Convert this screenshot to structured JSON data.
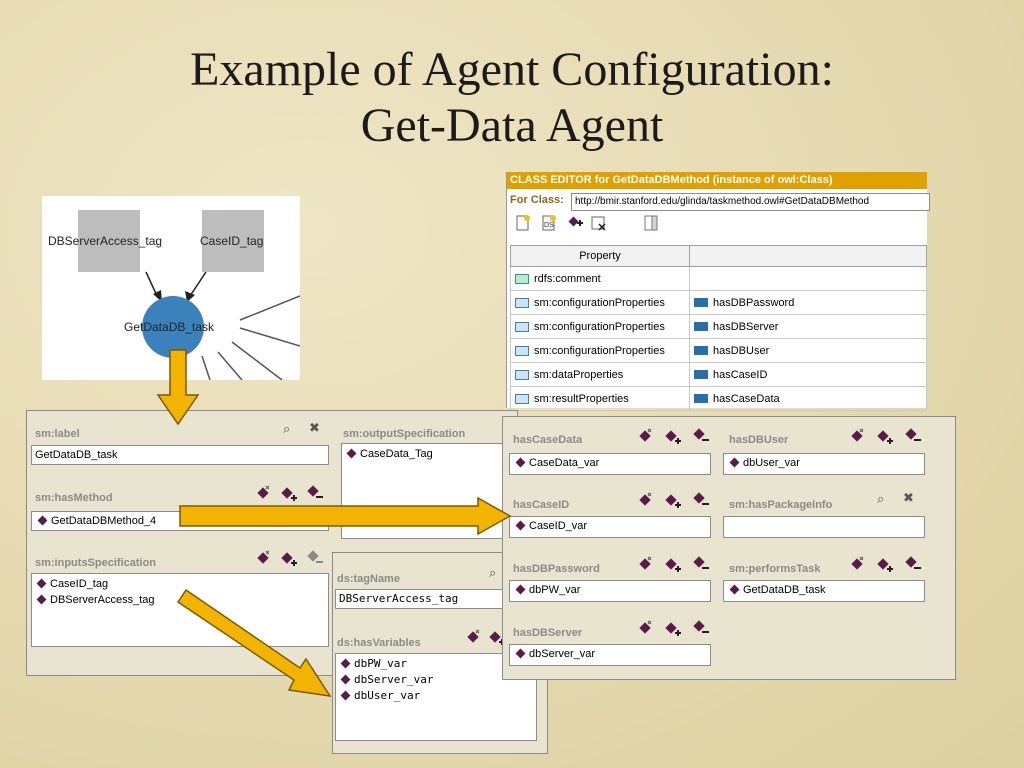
{
  "slide": {
    "title_line1": "Example of Agent Configuration:",
    "title_line2": "Get-Data Agent"
  },
  "graph": {
    "node_a": "DBServerAccess_tag",
    "node_b": "CaseID_tag",
    "node_c": "GetDataDB_task"
  },
  "class_editor": {
    "header": "CLASS EDITOR for GetDataDBMethod   (instance of owl:Class)",
    "for_class_label": "For Class:",
    "for_class_value": "http://bmir.stanford.edu/glinda/taskmethod.owl#GetDataDBMethod",
    "col_property": "Property",
    "col_value": "",
    "rows": [
      {
        "property": "rdfs:comment",
        "value": ""
      },
      {
        "property": "sm:configurationProperties",
        "value": "hasDBPassword"
      },
      {
        "property": "sm:configurationProperties",
        "value": "hasDBServer"
      },
      {
        "property": "sm:configurationProperties",
        "value": "hasDBUser"
      },
      {
        "property": "sm:dataProperties",
        "value": "hasCaseID"
      },
      {
        "property": "sm:resultProperties",
        "value": "hasCaseData"
      }
    ]
  },
  "task_form": {
    "label_title": "sm:label",
    "label_value": "GetDataDB_task",
    "has_method_title": "sm:hasMethod",
    "has_method_value": "GetDataDBMethod_4",
    "inputs_title": "sm:inputsSpecification",
    "inputs": [
      "CaseID_tag",
      "DBServerAccess_tag"
    ],
    "output_title": "sm:outputSpecification",
    "outputs": [
      "CaseData_Tag"
    ]
  },
  "tag_form": {
    "tag_name_title": "ds:tagName",
    "tag_name_value": "DBServerAccess_tag",
    "has_vars_title": "ds:hasVariables",
    "vars": [
      "dbPW_var",
      "dbServer_var",
      "dbUser_var"
    ]
  },
  "method_form": {
    "has_case_data_title": "hasCaseData",
    "has_case_data_value": "CaseData_var",
    "has_db_user_title": "hasDBUser",
    "has_db_user_value": "dbUser_var",
    "has_case_id_title": "hasCaseID",
    "has_case_id_value": "CaseID_var",
    "has_package_info_title": "sm:hasPackageInfo",
    "has_package_info_value": "",
    "has_db_password_title": "hasDBPassword",
    "has_db_password_value": "dbPW_var",
    "performs_task_title": "sm:performsTask",
    "performs_task_value": "GetDataDB_task",
    "has_db_server_title": "hasDBServer",
    "has_db_server_value": "dbServer_var"
  },
  "colors": {
    "arrow": "#f2b400",
    "header": "#e0a000",
    "node_circle": "#3b82bd",
    "instance_diamond": "#5a1a4a"
  }
}
